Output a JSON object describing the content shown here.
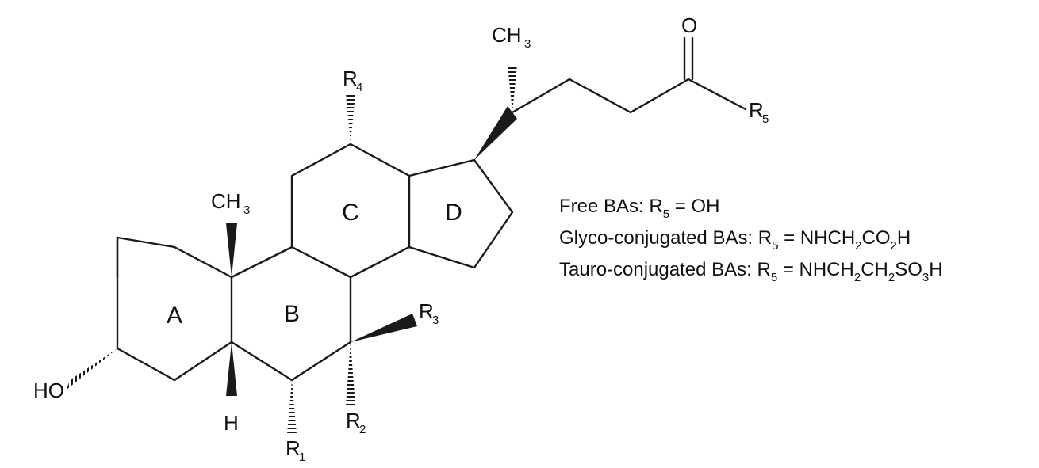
{
  "structure": {
    "rings": [
      "A",
      "B",
      "C",
      "D"
    ],
    "atoms": {
      "ho": "HO",
      "h": "H",
      "ch3_a": "CH",
      "ch3_a_sub": "3",
      "ch3_b": "CH",
      "ch3_b_sub": "3",
      "o": "O",
      "r1": "R",
      "r1_sub": "1",
      "r2": "R",
      "r2_sub": "2",
      "r3": "R",
      "r3_sub": "3",
      "r4": "R",
      "r4_sub": "4",
      "r5": "R",
      "r5_sub": "5"
    }
  },
  "legend": [
    {
      "prefix": "Free BAs: R",
      "sub": "5",
      "tail": [
        {
          "t": " = OH",
          "s": ""
        }
      ]
    },
    {
      "prefix": "Glyco-conjugated BAs: R",
      "sub": "5",
      "tail": [
        {
          "t": " = NHCH",
          "s": "2"
        },
        {
          "t": "CO",
          "s": "2"
        },
        {
          "t": "H",
          "s": ""
        }
      ]
    },
    {
      "prefix": "Tauro-conjugated BAs: R",
      "sub": "5",
      "tail": [
        {
          "t": " = NHCH",
          "s": "2"
        },
        {
          "t": "CH",
          "s": "2"
        },
        {
          "t": "SO",
          "s": "3"
        },
        {
          "t": "H",
          "s": ""
        }
      ]
    }
  ]
}
